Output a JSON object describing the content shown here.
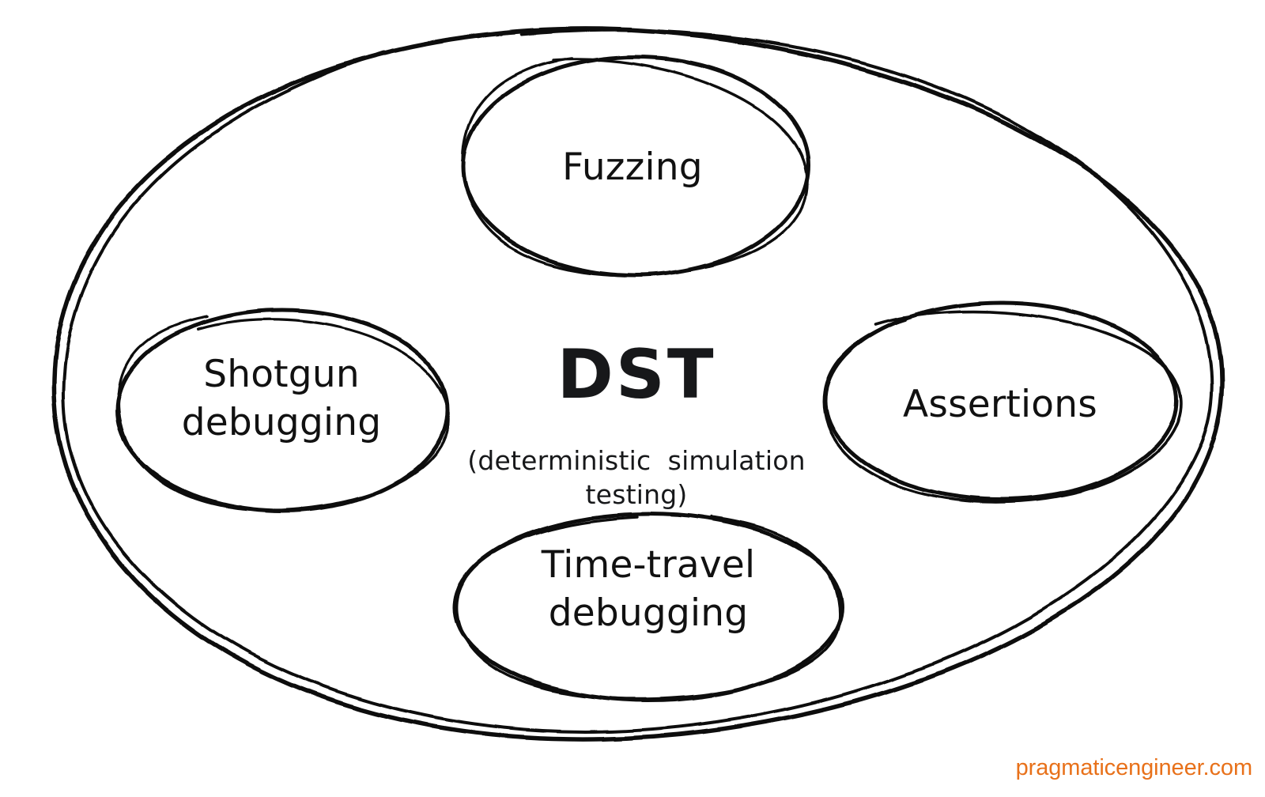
{
  "diagram": {
    "title_acronym": "DST",
    "title_expansion_line1": "(deterministic  simulation",
    "title_expansion_line2": "testing)",
    "style": {
      "ink_color": "#111111",
      "background_color": "#ffffff",
      "watermark_color": "#e8711a"
    },
    "outer_group": {
      "name": "DST umbrella"
    },
    "nodes": [
      {
        "id": "fuzzing",
        "label": "Fuzzing",
        "position": "top"
      },
      {
        "id": "shotgun",
        "label": "Shotgun\ndebugging",
        "position": "left"
      },
      {
        "id": "assertions",
        "label": "Assertions",
        "position": "right"
      },
      {
        "id": "timetravel",
        "label": "Time-travel\ndebugging",
        "position": "bottom"
      }
    ]
  },
  "watermark": {
    "text": "pragmaticengineer.com"
  }
}
